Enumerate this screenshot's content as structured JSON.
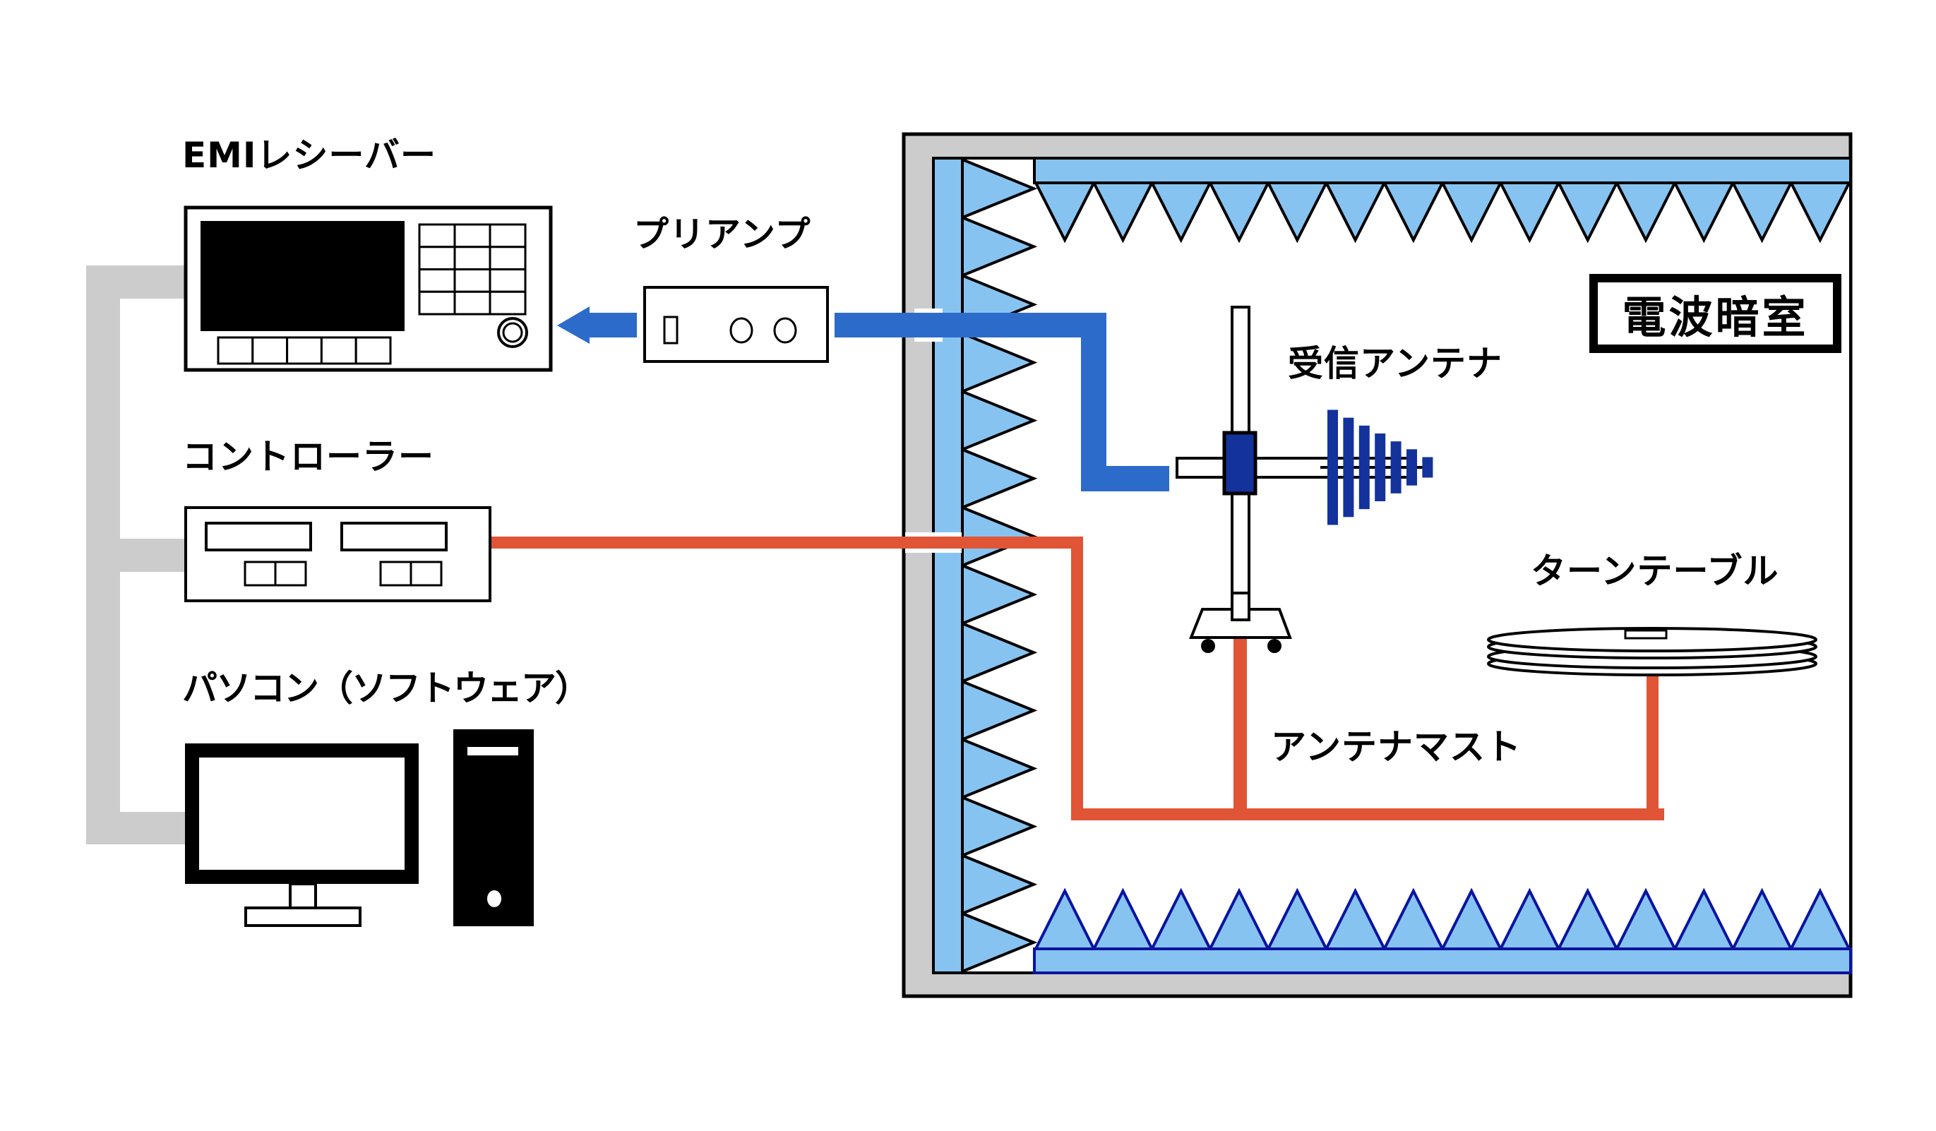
{
  "labels": {
    "emi_receiver": "EMIレシーバー",
    "preamp": "プリアンプ",
    "controller": "コントローラー",
    "pc": "パソコン（ソフトウェア）",
    "receive_antenna": "受信アンテナ",
    "turntable": "ターンテーブル",
    "antenna_mast": "アンテナマスト",
    "chamber": "電波暗室"
  },
  "colors": {
    "signal_line": "#2d6bcb",
    "control_line": "#e05535",
    "absorber_fill": "#87c3f0",
    "absorber_floor_stroke": "#0a14a0",
    "wall_gray": "#cccccc",
    "antenna_blue": "#14329b",
    "network_gray": "#cccccc"
  },
  "absorbers": {
    "ceiling_count": 14,
    "floor_count": 14,
    "wall_count": 14
  },
  "emi_receiver": {
    "keypad_rows": 4,
    "keypad_cols": 3,
    "soft_buttons": 5
  },
  "antenna": {
    "element_count": 7
  }
}
